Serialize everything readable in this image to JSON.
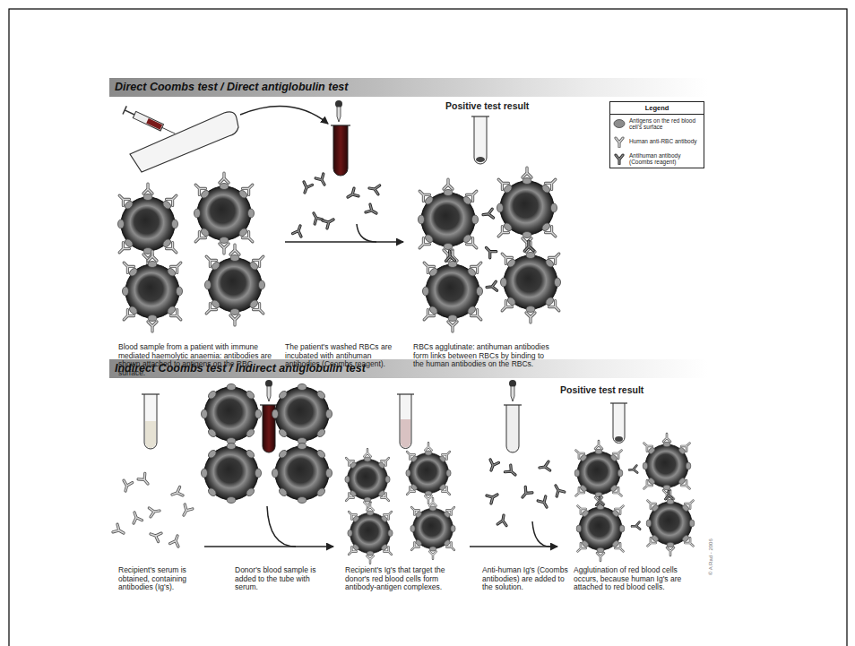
{
  "diagram": {
    "nodes": [
      {
        "text": [
          "Direct Coombs test / Direct antiglobulin test"
        ]
      },
      {
        "text": [
          "Indirect Coombs test / Indirect antiglobulin test"
        ]
      }
    ],
    "labels": [
      "Positive test result",
      "Blood sample from a patient with immune mediated haemolytic anaemia: antibodies are shown attached to antigens on the RBC surface.",
      "The patient's washed RBCs are incubated with antihuman antibodies (Coombs reagent).",
      "RBCs agglutinate: antihuman antibodies form links between RBCs by binding to the human antibodies on the RBCs.",
      "Legend",
      "Positive test result",
      "Recipient's serum is obtained, containing antibodies (Ig's).",
      "Donor's blood sample is added to the tube with serum.",
      "Recipient's Ig's that target the donor's red blood cells form antibody-antigen complexes.",
      "Anti-human Ig's (Coombs antibodies) are added to the solution.",
      "Agglutination of red blood cells occurs, because human Ig's are attached to red blood cells.",
      "© A Rad - 2006"
    ],
    "legend": [
      {
        "text": "Antigens on the red blood cell's surface"
      },
      {
        "text": "Human anti-RBC antibody"
      },
      {
        "text": "Antihuman antibody (Coombs reagent)"
      }
    ]
  }
}
